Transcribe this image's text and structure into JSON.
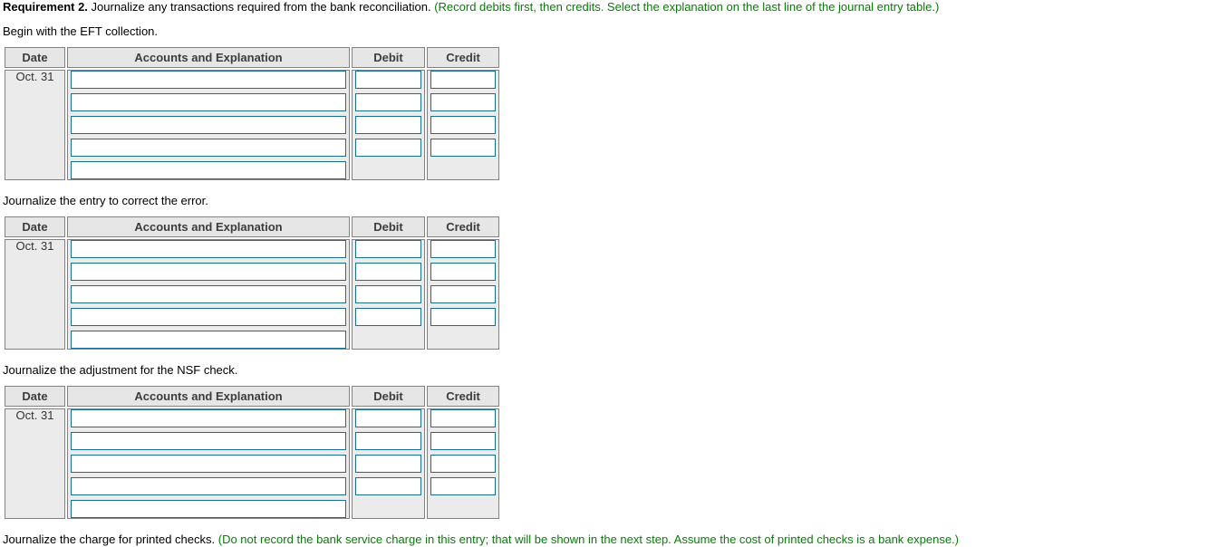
{
  "page": {
    "requirement": {
      "label": "Requirement 2.",
      "text": " Journalize any transactions required from the bank reconciliation. ",
      "hint": "(Record debits first, then credits. Select the explanation on the last line of the journal entry table.)"
    },
    "sections": [
      {
        "instruction": "Begin with the EFT collection."
      },
      {
        "instruction": "Journalize the entry to correct the error."
      },
      {
        "instruction": "Journalize the adjustment for the NSF check."
      }
    ],
    "bottom_line": {
      "text": "Journalize the charge for printed checks. ",
      "hint": "(Do not record the bank service charge in this entry; that will be shown in the next step. Assume the cost of printed checks is a bank expense.)"
    }
  },
  "journal_table": {
    "headers": {
      "date": "Date",
      "accounts": "Accounts and Explanation",
      "debit": "Debit",
      "credit": "Credit"
    },
    "date_value": "Oct. 31",
    "explanation_values": [
      "",
      "",
      "",
      "",
      ""
    ],
    "debit_values": [
      "",
      "",
      "",
      ""
    ],
    "credit_values": [
      "",
      "",
      "",
      ""
    ]
  },
  "colors": {
    "hint_green": "#077d07",
    "input_border": "#1a6f8e",
    "header_bg": "#e6e6e6",
    "cell_bg": "#ebebeb",
    "table_border": "#828282"
  }
}
